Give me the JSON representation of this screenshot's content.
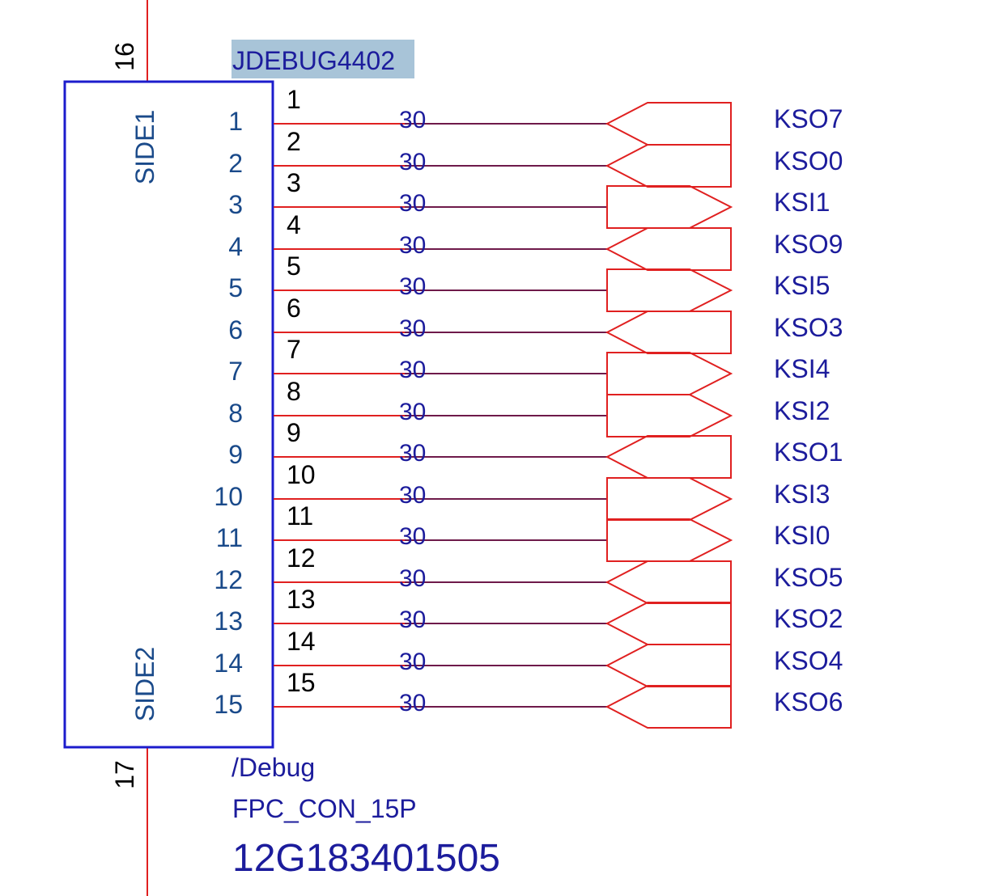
{
  "component": {
    "refdes": "JDEBUG4402",
    "sheet": "/Debug",
    "footprint": "FPC_CON_15P",
    "part_number": "12G183401505",
    "side1_label": "SIDE1",
    "side2_label": "SIDE2",
    "top_pin_number": "16",
    "bottom_pin_number": "17"
  },
  "net_trace_label": "30",
  "pins": [
    {
      "num": "1",
      "net": "KSO7",
      "dir": "out"
    },
    {
      "num": "2",
      "net": "KSO0",
      "dir": "out"
    },
    {
      "num": "3",
      "net": "KSI1",
      "dir": "in"
    },
    {
      "num": "4",
      "net": "KSO9",
      "dir": "out"
    },
    {
      "num": "5",
      "net": "KSI5",
      "dir": "in"
    },
    {
      "num": "6",
      "net": "KSO3",
      "dir": "out"
    },
    {
      "num": "7",
      "net": "KSI4",
      "dir": "in"
    },
    {
      "num": "8",
      "net": "KSI2",
      "dir": "in"
    },
    {
      "num": "9",
      "net": "KSO1",
      "dir": "out"
    },
    {
      "num": "10",
      "net": "KSI3",
      "dir": "in"
    },
    {
      "num": "11",
      "net": "KSI0",
      "dir": "in"
    },
    {
      "num": "12",
      "net": "KSO5",
      "dir": "out"
    },
    {
      "num": "13",
      "net": "KSO2",
      "dir": "out"
    },
    {
      "num": "14",
      "net": "KSO4",
      "dir": "out"
    },
    {
      "num": "15",
      "net": "KSO6",
      "dir": "out"
    }
  ],
  "colors": {
    "body": "#1c1ccc",
    "pin_wire": "#e02020",
    "net_wire": "#6e1a4a",
    "port": "#e02020",
    "inner_pin_text": "#1a4a8a",
    "label_text": "#1c1c9c",
    "pin_num_text": "#000000",
    "refdes_highlight": "#a8c4d8"
  }
}
